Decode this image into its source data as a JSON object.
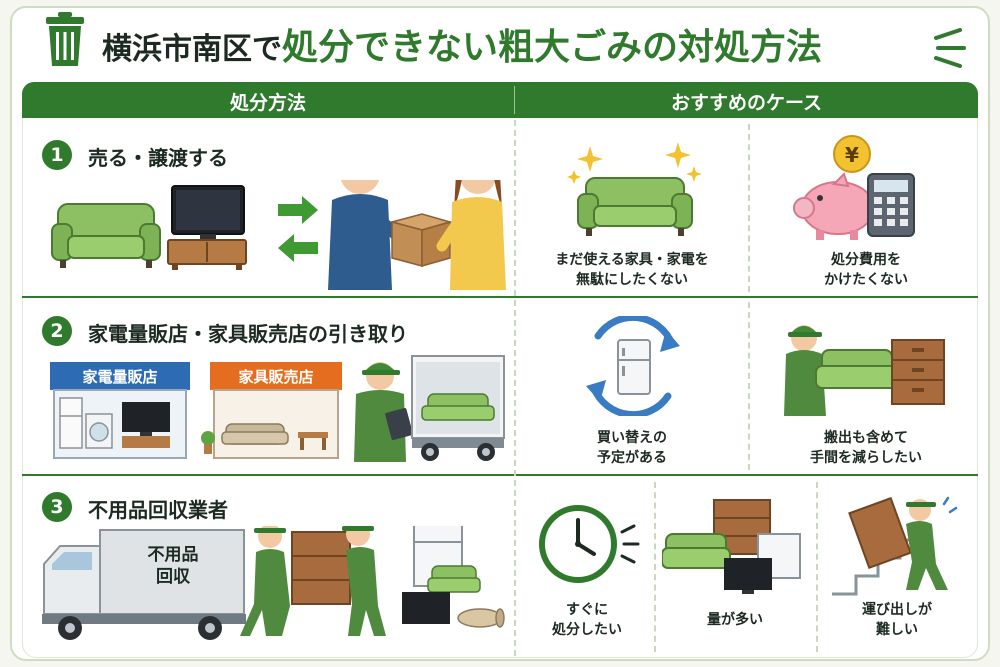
{
  "title": {
    "prefix": "横浜市南区で",
    "highlight": "処分できない粗大ごみの対処方法"
  },
  "header": {
    "col_method": "処分方法",
    "col_cases": "おすすめのケース"
  },
  "sections": [
    {
      "number": "1",
      "title": "売る・譲渡する",
      "cases": [
        {
          "line1": "まだ使える家具・家電を",
          "line2": "無駄にしたくない"
        },
        {
          "line1": "処分費用を",
          "line2": "かけたくない"
        }
      ],
      "yen_symbol": "¥"
    },
    {
      "number": "2",
      "title": "家電量販店・家具販売店の引き取り",
      "store1": "家電量販店",
      "store2": "家具販売店",
      "cases": [
        {
          "line1": "買い替えの",
          "line2": "予定がある"
        },
        {
          "line1": "搬出も含めて",
          "line2": "手間を減らしたい"
        }
      ]
    },
    {
      "number": "3",
      "title": "不用品回収業者",
      "truck_line1": "不用品",
      "truck_line2": "回収",
      "cases": [
        {
          "line1": "すぐに",
          "line2": "処分したい"
        },
        {
          "line1": "量が多い",
          "line2": ""
        },
        {
          "line1": "運び出しが",
          "line2": "難しい"
        }
      ]
    }
  ],
  "colors": {
    "primary_green": "#2f7a2c",
    "sofa_green": "#8cc063",
    "wood": "#a86b3d"
  }
}
